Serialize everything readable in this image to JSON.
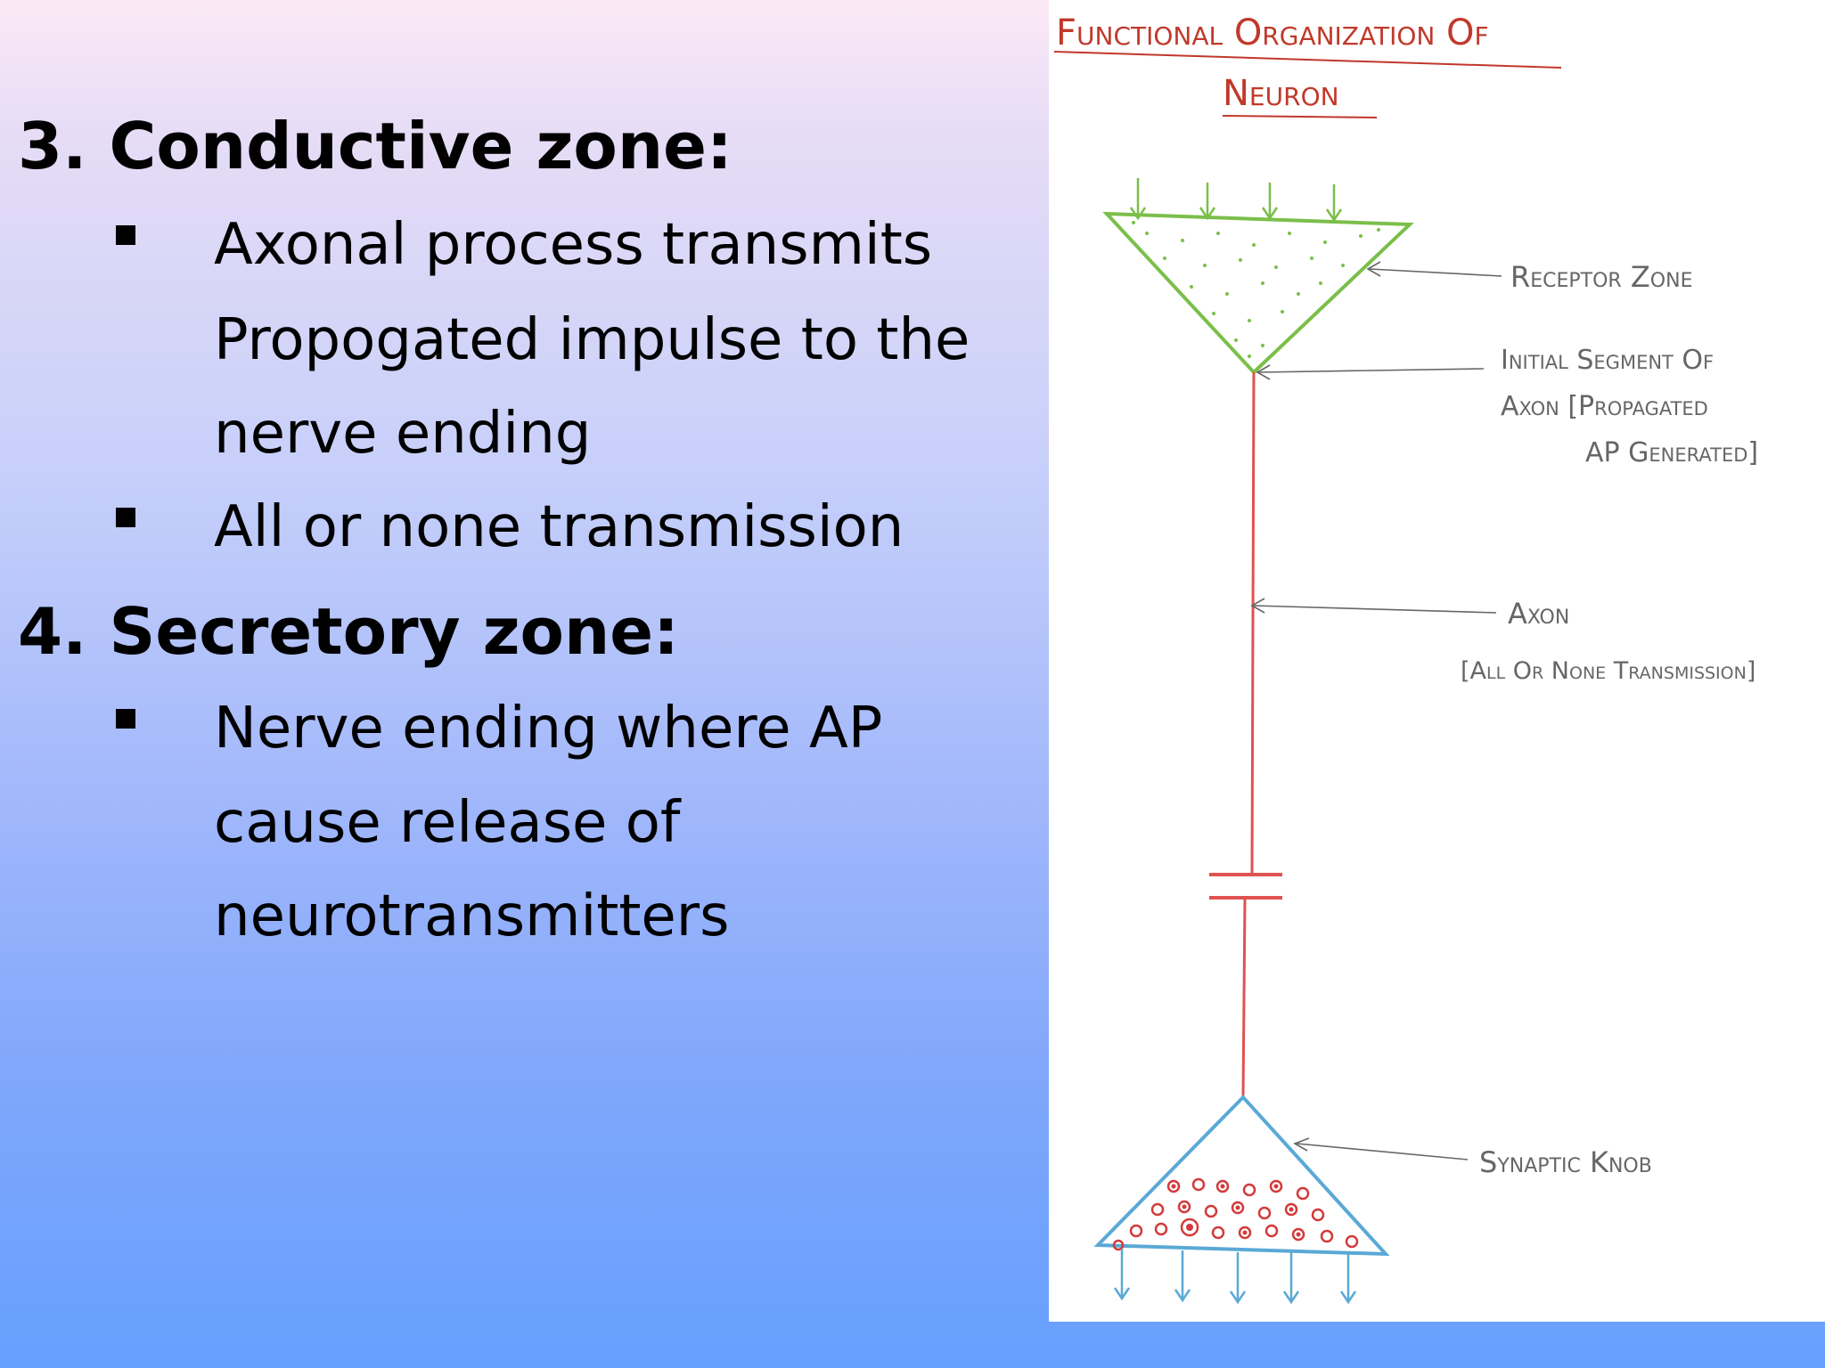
{
  "slide": {
    "section3": {
      "heading": "3. Conductive zone:",
      "bullets": [
        {
          "lines": [
            "Axonal process transmits",
            "Propogated impulse to the",
            "nerve ending"
          ]
        },
        {
          "lines": [
            "All or none transmission"
          ]
        }
      ]
    },
    "section4": {
      "heading": "4. Secretory zone:",
      "bullets": [
        {
          "lines": [
            "Nerve ending where AP",
            "cause release of",
            "neurotransmitters"
          ]
        }
      ]
    }
  },
  "figure": {
    "title_line1": "Functional Organization Of",
    "title_line2": "Neuron",
    "labels": {
      "receptor": "Receptor Zone",
      "initial_line1": "Initial Segment Of",
      "initial_line2": "Axon [Propagated",
      "initial_line3": "AP Generated]",
      "axon_line1": "Axon",
      "axon_line2": "[All Or None Transmission]",
      "synaptic": "Synaptic Knob"
    },
    "colors": {
      "title": "#c0392b",
      "receptor_zone": "#7bbf4a",
      "axon": "#e05252",
      "synaptic_knob": "#5aa9d6",
      "vesicles": "#d33a3a",
      "label_text": "#666666"
    }
  }
}
